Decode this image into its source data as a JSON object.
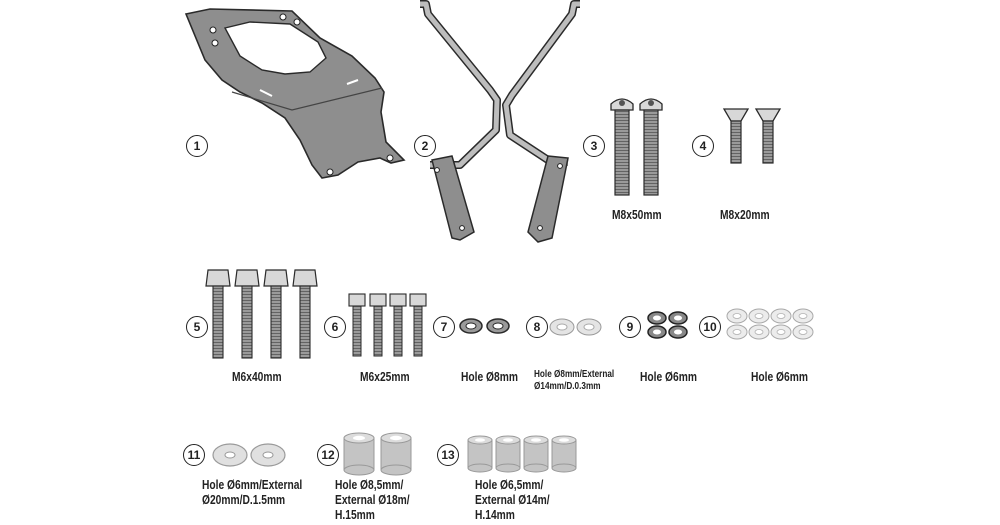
{
  "parts": [
    {
      "number": "1"
    },
    {
      "number": "2"
    },
    {
      "number": "3",
      "label": "M8x50mm"
    },
    {
      "number": "4",
      "label": "M8x20mm"
    },
    {
      "number": "5",
      "label": "M6x40mm"
    },
    {
      "number": "6",
      "label": "M6x25mm"
    },
    {
      "number": "7",
      "label": "Hole Ø8mm"
    },
    {
      "number": "8",
      "label_lines": [
        "Hole Ø8mm/External",
        "Ø14mm/D.0.3mm"
      ]
    },
    {
      "number": "9",
      "label": "Hole Ø6mm"
    },
    {
      "number": "10",
      "label": "Hole Ø6mm"
    },
    {
      "number": "11",
      "label_lines": [
        "Hole Ø6mm/External",
        "Ø20mm/D.1.5mm"
      ]
    },
    {
      "number": "12",
      "label_lines": [
        "Hole Ø8,5mm/",
        "External Ø18m/",
        "H.15mm"
      ]
    },
    {
      "number": "13",
      "label_lines": [
        "Hole Ø6,5mm/",
        "External Ø14m/",
        "H.14mm"
      ]
    }
  ],
  "colors": {
    "metal": "#8c8c8c",
    "metal_light": "#b9b9b9",
    "outline": "#2a2a2a",
    "washer": "#e4e4e4"
  }
}
